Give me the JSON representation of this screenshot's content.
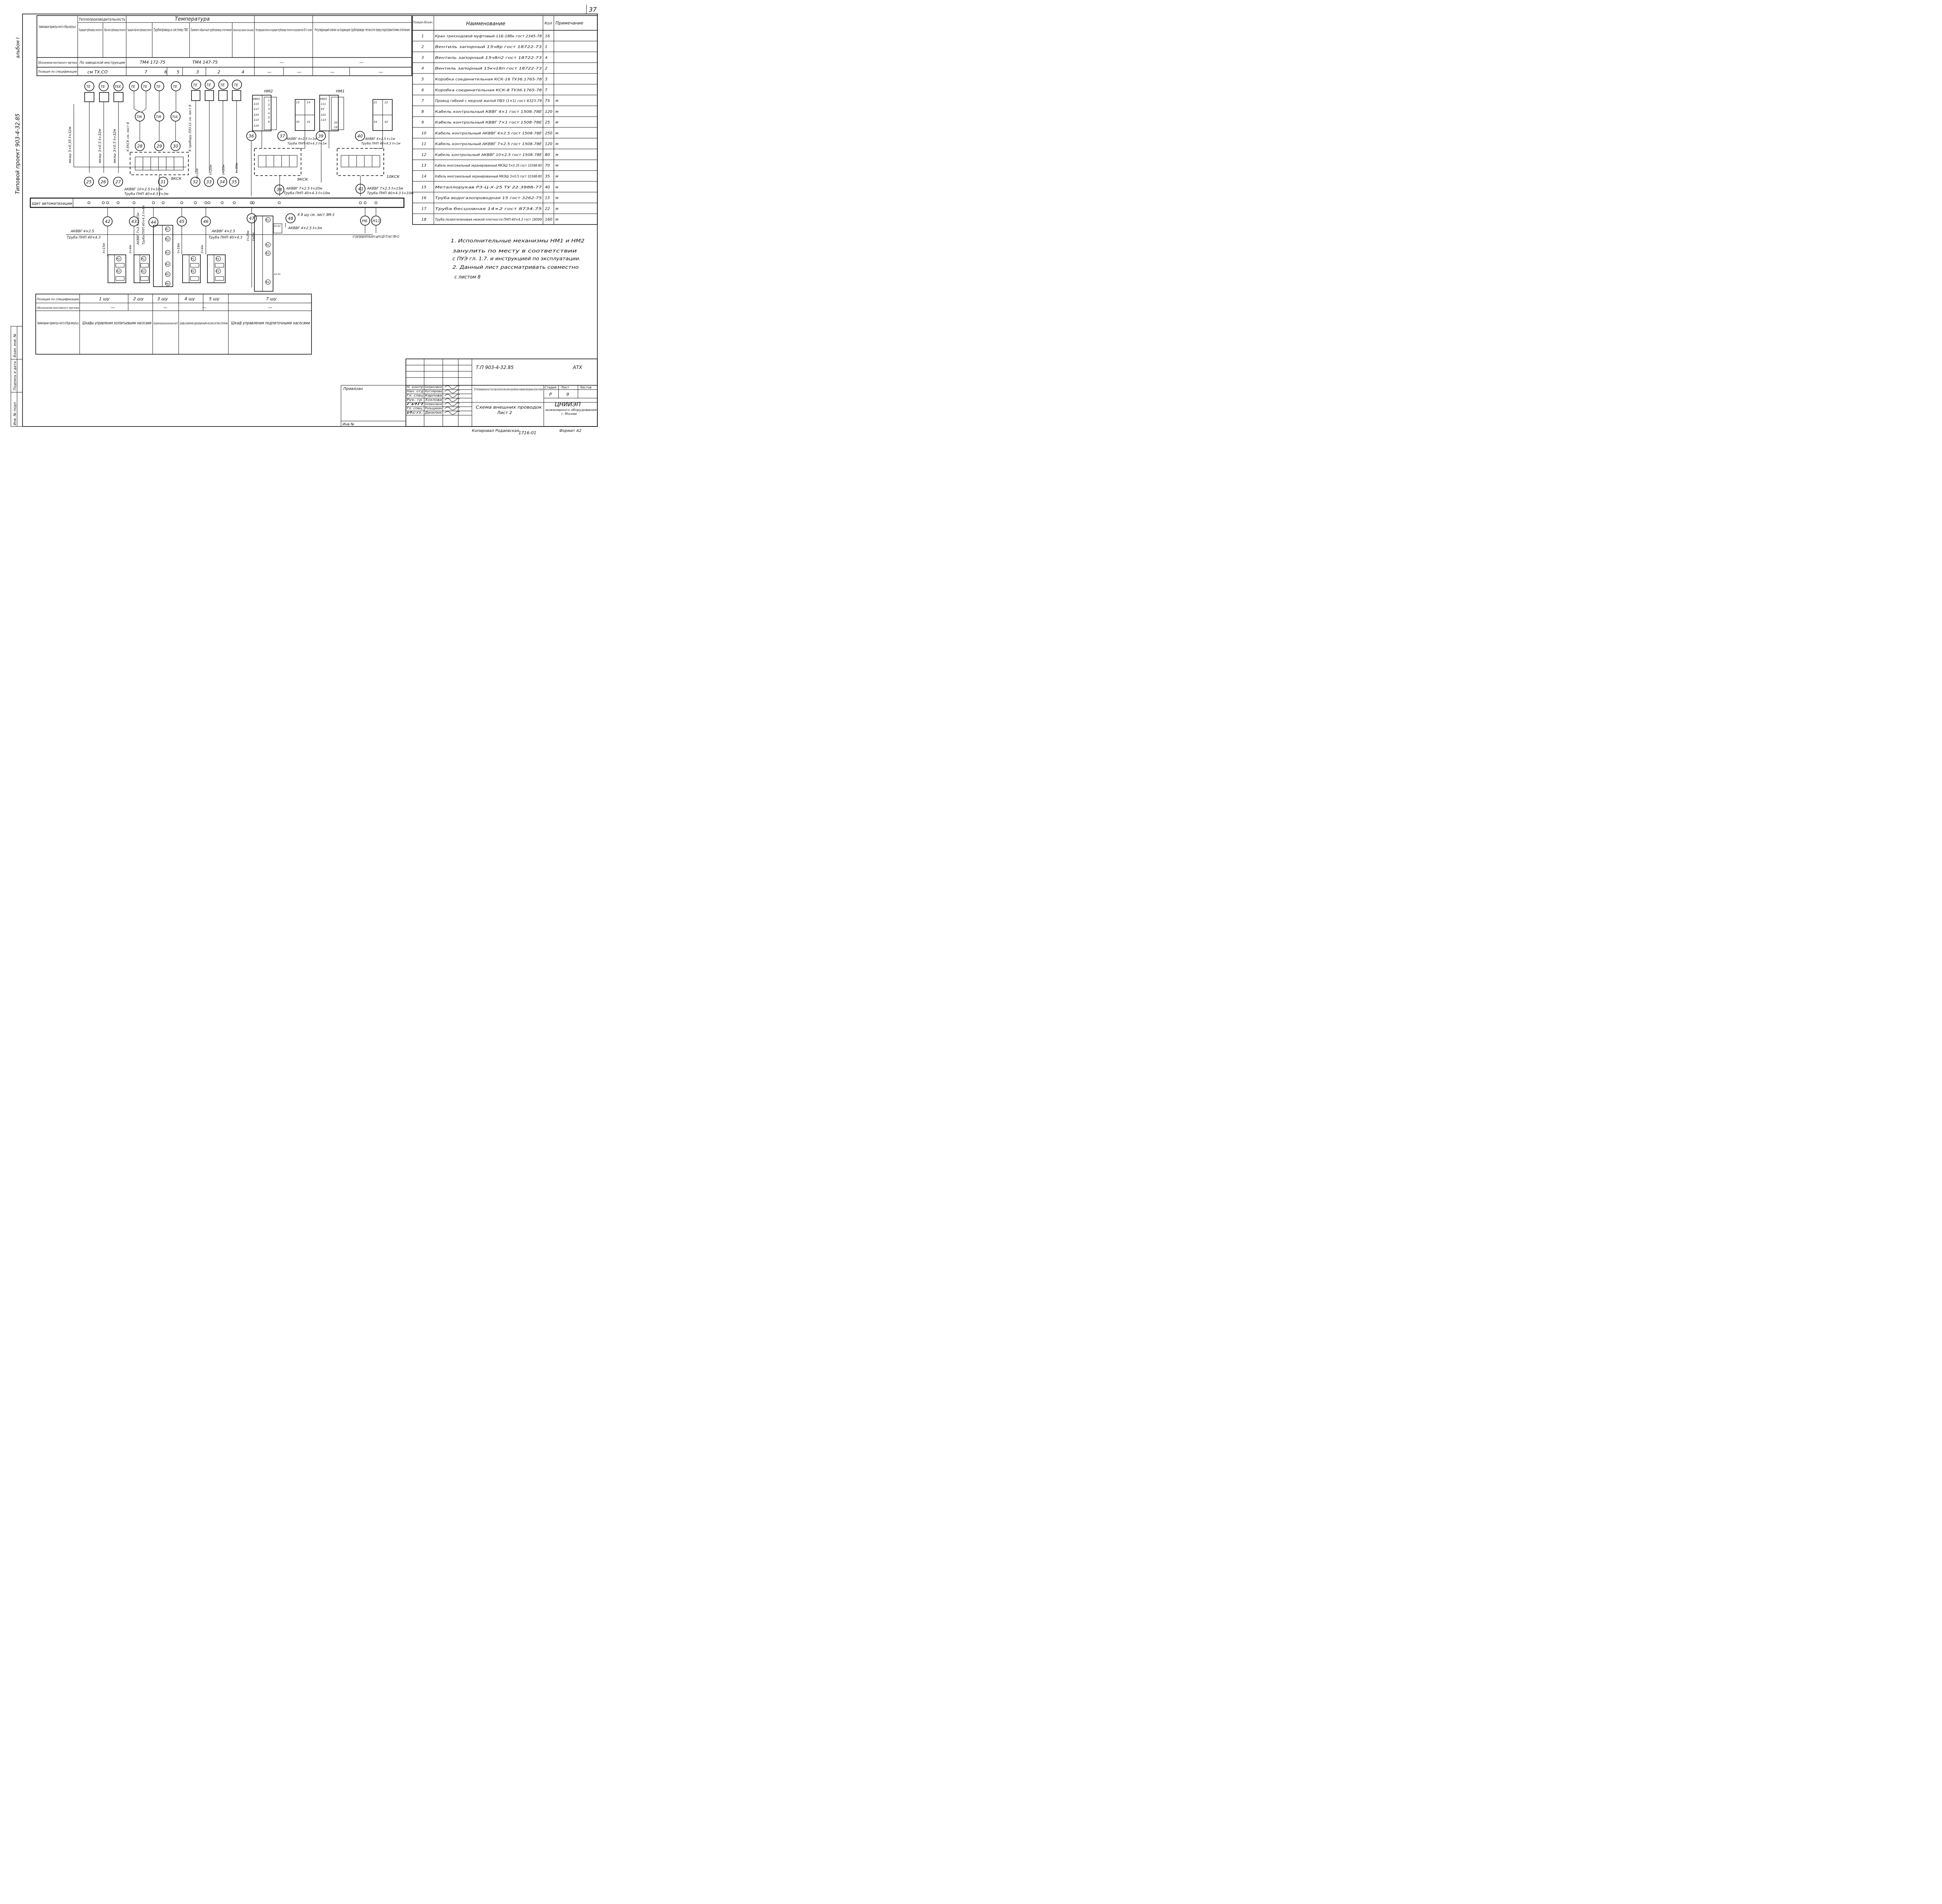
{
  "sheet_number": "37",
  "margin": {
    "series_label": "Типовой проект 903-4-32.85",
    "album_label": "альбом I",
    "stamp_cells": [
      "Инв. № подл.",
      "Подпись и дата",
      "Взам. инв. №"
    ]
  },
  "sensors_table": {
    "row_header": "Наименование параметра и место отбора импульса",
    "col_heat_perf": "Теплопроизводительность",
    "col_temperature": "Температура",
    "cols": [
      "Подающий трубопровод теплосети",
      "Обратный трубопровод теплосети",
      "Подающий и обратный трубопровод теплосети",
      "Трубопровод в систему ГВС",
      "Прямой и обратный трубопровод отопления",
      "Наружный воздух (северная сторона здания)",
      "Регулирующий клапан на подающем трубопроводе теплосети в подогреватели ГВС II ступени",
      "Регулирующий клапан на подающем трубопроводе теплосети перед подогревателями отопления"
    ],
    "row_drawing_label": "Обозначение монтажного чертежа",
    "drawing_values": [
      "По заводской инструкции",
      "ТМ4 172-75",
      "ТМ4 147-75",
      "—",
      "—"
    ],
    "row_position_label": "Позиция по спецификации",
    "position_values": [
      "см ТХ.СО",
      "7",
      "6",
      "5",
      "3",
      "2",
      "4",
      "—",
      "—",
      "—",
      "—"
    ]
  },
  "diagram": {
    "sensor_tags": [
      "ТЕ",
      "ТЕ",
      "ТЕЕ",
      "ТЕ",
      "ТЕ",
      "ТЕ",
      "ТЕ",
      "ТЕ",
      "ТЕ",
      "ТЕ",
      "ТЕ"
    ],
    "indicator_tags": [
      "TIR",
      "TIR",
      "TIA"
    ],
    "actuators": [
      "НМ2",
      "НМ1"
    ],
    "position_circles_top": [
      "28",
      "29",
      "30",
      "36",
      "37",
      "39",
      "40"
    ],
    "position_circles_mid": [
      "25",
      "26",
      "27",
      "31",
      "32",
      "33",
      "34",
      "35",
      "38",
      "41"
    ],
    "position_circles_bottom": [
      "42",
      "43",
      "44",
      "45",
      "46",
      "47",
      "48",
      "Н6",
      "Н11"
    ],
    "panel_label": "Щит автоматизации",
    "box_labels": [
      "8КСК",
      "9КСК",
      "10КСК"
    ],
    "terminal_labels": [
      "Н801",
      "115",
      "117",
      "103",
      "113",
      "105",
      "119",
      "Н801",
      "111",
      "93",
      "101",
      "113",
      "95",
      "20",
      "19"
    ],
    "cable_labels": [
      "мкэш 5×0.35 ℓ=32м",
      "мкэш 3×0.5 ℓ=32м",
      "мкэш 3×0.5 ℓ=32м",
      "АКВВГ 10×2.5 ℓ=10м",
      "Труба ПНП 40×4.3 ℓ=3м",
      "АКВВГ 4×2.5 ℓ=1м",
      "Труба ПНП 40×4.3 ℓ=1м",
      "АКВВГ 4×2.5 ℓ=1м",
      "Труба ПНП 40×4.3 ℓ=1м",
      "АКВВГ 7×2.5 ℓ=20м",
      "Труба ПНП 40×4.3 ℓ=10м",
      "АКВВГ 7×2.5 ℓ=15м",
      "Труба ПНП 40×4.3 ℓ=10м",
      "АКВВГ 4×2.5",
      "Труба ПНП 40×4.3",
      "АКВВГ 7×2.5 ℓ=15м",
      "Труба ПНП 40×4.3 ℓ=4м",
      "АКВВГ 4×2.5",
      "Труба ПНП 40×4.3",
      "АКВВГ 4×2.5 ℓ=3м",
      "ℓ=12м",
      "ℓ=28м",
      "ℓ=3м",
      "ℓ=20м",
      "ℓ=3м",
      "ℓ=50м",
      "ℓ=20м",
      "ℓ=15м",
      "ℓ=4м",
      "ℓ=16м",
      "ℓ=4м",
      "ℓ=26м",
      "ℓ=6м",
      "К ЕКСК см. лист 8",
      "К прибору ЛЭЗ.11 см. лист 8"
    ],
    "note_shu8": "К 8 шу см. лист ЭМ-3",
    "note_source": "от распределительного щита ЩО-70 лист ЭМ-4,5",
    "relay_labels": [
      "Р1",
      "Р2",
      "Р3",
      "Р4",
      "Р5",
      "Р6"
    ],
    "terminal_numbers": [
      "1",
      "2",
      "3",
      "4",
      "5",
      "6",
      "13",
      "14",
      "17",
      "19",
      "21",
      "22",
      "23",
      "24",
      "29",
      "31",
      "33",
      "34",
      "41",
      "42",
      "10-31",
      "10-32"
    ]
  },
  "cabinets_table": {
    "row_position_label": "Позиция по спецификации",
    "positions": [
      "1 шу",
      "2 шу",
      "3 шу",
      "4 шу",
      "5 шу",
      "7 шу"
    ],
    "row_drawing_label": "Обозначение монтажного чертежа",
    "drawing_values": [
      "—",
      "—",
      "—",
      "—"
    ],
    "row_name_label": "Наименование параметра и место отбора импульса",
    "names": [
      "Шкафы управления хозпитьевыми насосами",
      "Шкаф управления циркуляционными повысительными насосами ГВС",
      "Шкафы управления циркуляционными насосами системы отопления",
      "Шкаф управления подпиточными насосами"
    ]
  },
  "spec_table": {
    "headers": [
      "Позиция обознач.",
      "Наименование",
      "Кол",
      "Примечание"
    ],
    "rows": [
      {
        "pos": "1",
        "name": "Кран трехходовой муфтовый 11Б-18бк гост 2345-78",
        "qty": "16",
        "note": ""
      },
      {
        "pos": "2",
        "name": "Вентиль запорный 15ч8р гост 18722-73",
        "qty": "1",
        "note": ""
      },
      {
        "pos": "3",
        "name": "Вентиль запорный 15ч8п2 гост 18722-73",
        "qty": "4",
        "note": ""
      },
      {
        "pos": "4",
        "name": "Вентиль запорный 15кч18п гост 18722-73",
        "qty": "2",
        "note": ""
      },
      {
        "pos": "5",
        "name": "Коробка соединительная КСК-16 ТУ36.1765-78",
        "qty": "3",
        "note": ""
      },
      {
        "pos": "6",
        "name": "Коробка соединительная КСК-8 ТУ36.1765-78",
        "qty": "7",
        "note": ""
      },
      {
        "pos": "7",
        "name": "Провод гибкий с медной жилой ПВЗ (1×1) гост 6323-79",
        "qty": "75",
        "note": "м"
      },
      {
        "pos": "8",
        "name": "Кабель контрольный КВВГ 4×1 гост 1508-78Е",
        "qty": "120",
        "note": "м"
      },
      {
        "pos": "9",
        "name": "Кабель контрольный КВВГ 7×1 гост 1508-78Е",
        "qty": "25",
        "note": "м"
      },
      {
        "pos": "10",
        "name": "Кабель контрольный АКВВГ 4×2.5 гост 1508-78Е",
        "qty": "250",
        "note": "м"
      },
      {
        "pos": "11",
        "name": "Кабель контрольный АКВВГ 7×2.5 гост 1508-78Е",
        "qty": "120",
        "note": "м"
      },
      {
        "pos": "12",
        "name": "Кабель контрольный АКВВГ 10×2.5 гост 1508-78Е",
        "qty": "80",
        "note": "м"
      },
      {
        "pos": "13",
        "name": "Кабель многожильный экранированный МКЭШ 5×0.35 гост 10348-80",
        "qty": "70",
        "note": "м"
      },
      {
        "pos": "14",
        "name": "Кабель многожильный экранированный МКЭШ 3×0.5 гост 10348-80",
        "qty": "35",
        "note": "м"
      },
      {
        "pos": "15",
        "name": "Металлорукав РЗ-Ц-Х-25 ТУ 22.3988-77",
        "qty": "40",
        "note": "м"
      },
      {
        "pos": "16",
        "name": "Труба водогазопроводная 15 гост 3262-75",
        "qty": "15",
        "note": "м"
      },
      {
        "pos": "17",
        "name": "Труба бесшовная 14×2 гост 8734-75",
        "qty": "22",
        "note": "м"
      },
      {
        "pos": "18",
        "name": "Труба полиэтиленовая низкой плотности ПНП-40×4.3 гост 18599",
        "qty": "160",
        "note": "м"
      }
    ]
  },
  "notes": [
    "1. Исполнительные механизмы НМ1 и НМ2",
    "занулить по месту в соответствии",
    "с ПУЭ гл. 1.7. и инструкцией по эксплуатации.",
    "2. Данный лист рассматривать совместно",
    "с листом 8"
  ],
  "title_block": {
    "code": "Т.П 903-4-32.85",
    "section": "АТХ",
    "bound_label": "Привязан",
    "inv_label": "Инв №",
    "signatures": [
      {
        "role": "Н. контр",
        "name": "Екатеринославская"
      },
      {
        "role": "Нач. отд",
        "name": "Котлярова"
      },
      {
        "role": "Гл. спец",
        "name": "Карпова"
      },
      {
        "role": "Рук. гр.",
        "name": "Хохлова"
      },
      {
        "role": "ГИП",
        "name": "Екатеринославская"
      },
      {
        "role": "Гл. спец.",
        "name": "Рольщикин"
      },
      {
        "role": "Исп.",
        "name": "Данилюк"
      }
    ],
    "project_title": "ЦТП теплопроизводительностью 2 Гкал/ч. Двухступенчатая схема горячего водоснабжения и независимое присоединение системы отопления",
    "sheet_title": "Схема внешних проводок",
    "sheet_subtitle": "Лист 2",
    "stage_label": "Стадия",
    "sheet_label": "Лист",
    "sheets_label": "Листов",
    "stage": "Р",
    "sheet": "9",
    "org": "ЦНИИЭП",
    "org_detail": "инженерного оборудования",
    "city": "г. Москва",
    "copied_by": "Копировал Родаевская",
    "format": "Формат А2",
    "archive_no": "1716-01"
  }
}
